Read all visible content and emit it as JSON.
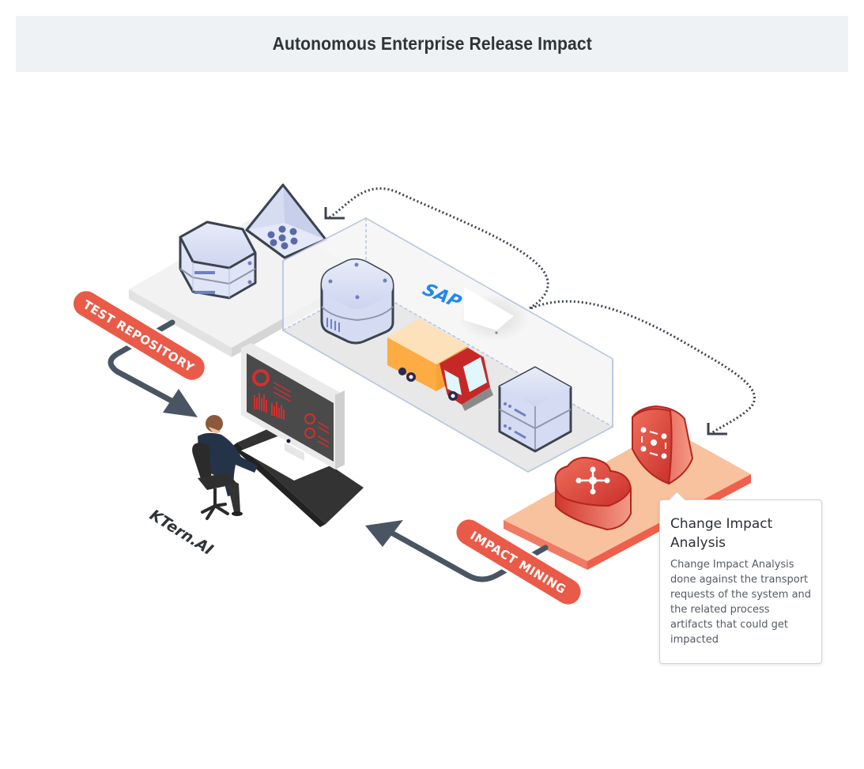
{
  "header": {
    "title": "Autonomous Enterprise Release Impact"
  },
  "labels": {
    "test_repository": "TEST REPOSITORY",
    "impact_mining": "IMPACT MINING",
    "brand": "KTern.AI",
    "sap_logo": "SAP"
  },
  "tooltip": {
    "title": "Change Impact Analysis",
    "body": "Change Impact Analysis done against the transport requests of the system and the related process artifacts that could get impacted"
  },
  "icons": {
    "repository_platform": [
      "hexagon-database-icon",
      "pyramid-cluster-icon"
    ],
    "transport_box": [
      "server-cube-icon",
      "delivery-truck-icon",
      "sap-flag-icon",
      "server-stack-icon"
    ],
    "impact_platform": [
      "cloud-network-icon",
      "shield-network-icon"
    ],
    "workstation": [
      "person-at-desk-icon",
      "monitor-dashboard-icon",
      "office-chair-icon"
    ]
  },
  "colors": {
    "accent_red": "#ea5a48",
    "arrow_dark": "#4a5563",
    "platform_peach": "#f7c29d",
    "icon_blue": "#c8d0ee",
    "sap_blue": "#1e88f0"
  }
}
